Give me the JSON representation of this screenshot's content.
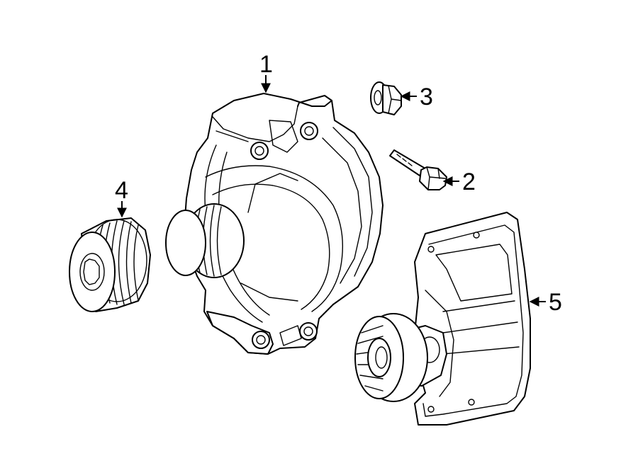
{
  "callouts": [
    {
      "id": "1",
      "label": "1",
      "part": "alternator"
    },
    {
      "id": "2",
      "label": "2",
      "part": "bolt"
    },
    {
      "id": "3",
      "label": "3",
      "part": "nut"
    },
    {
      "id": "4",
      "label": "4",
      "part": "pulley"
    },
    {
      "id": "5",
      "label": "5",
      "part": "bracket-with-idler-pulley"
    }
  ],
  "colors": {
    "line": "#000000",
    "background": "#ffffff"
  }
}
